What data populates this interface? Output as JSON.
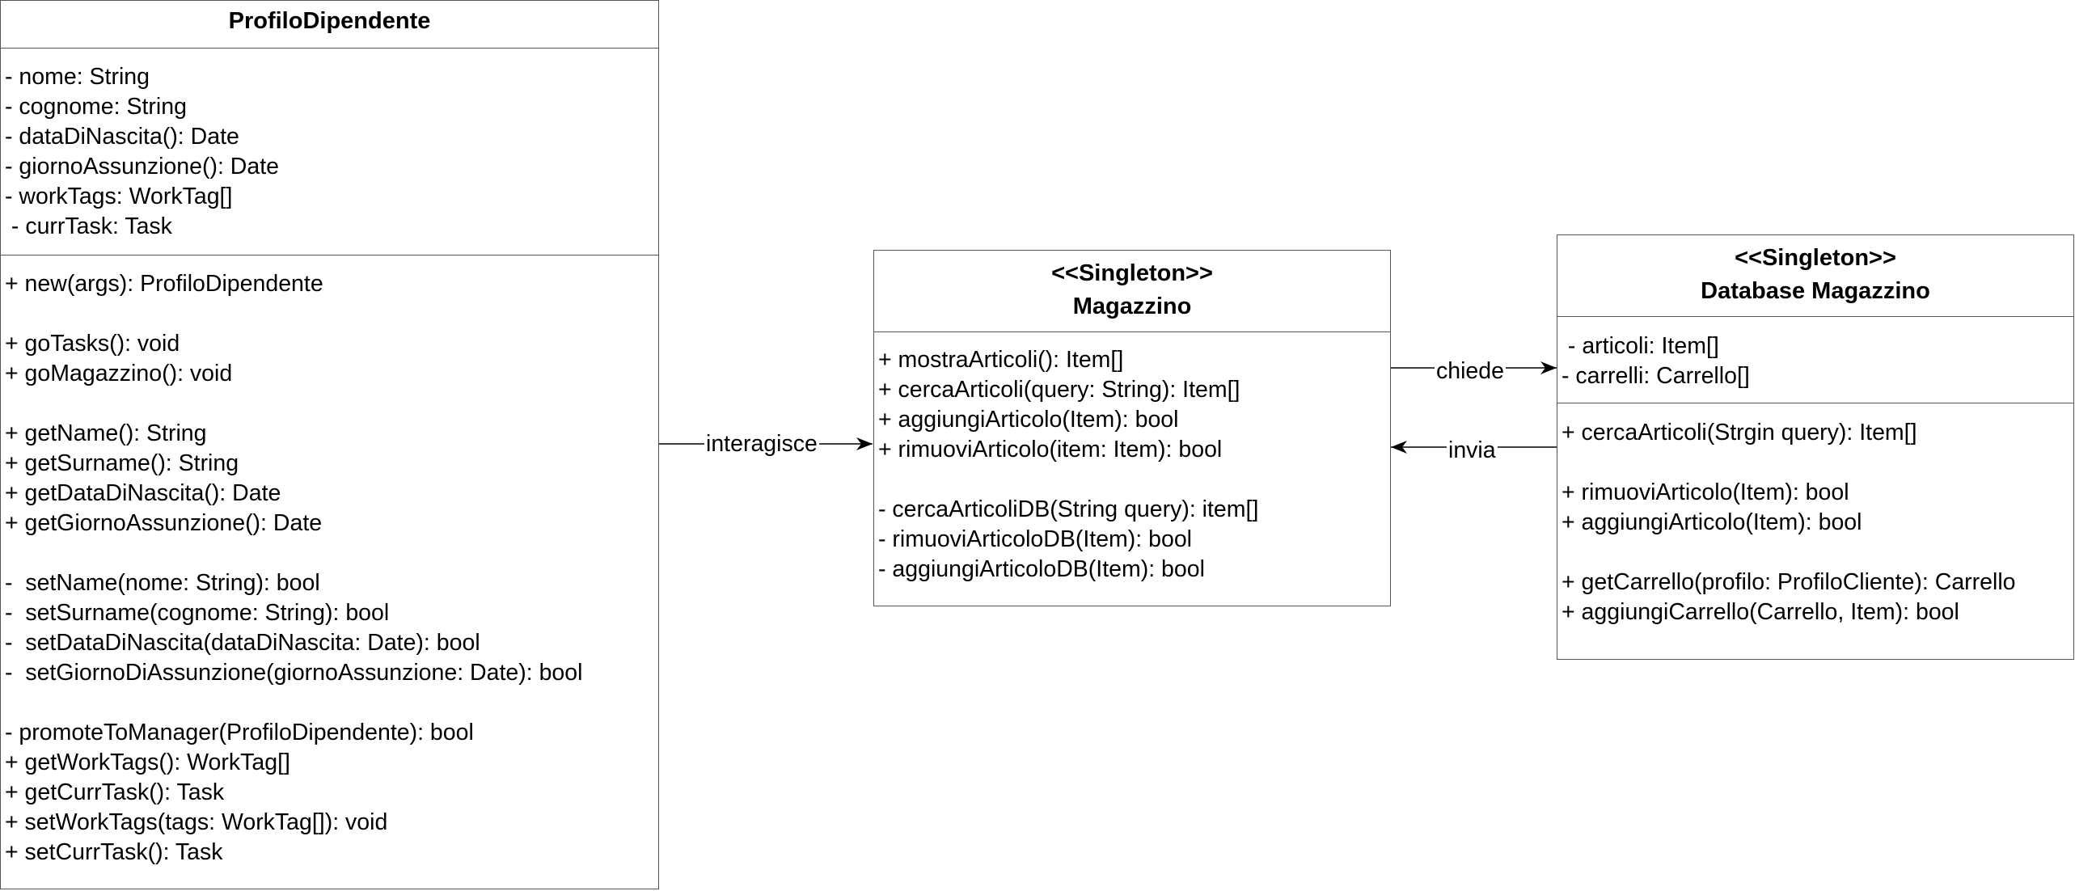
{
  "classes": {
    "profilo_dipendente": {
      "name": "ProfiloDipendente",
      "attributes": [
        "- nome: String",
        "- cognome: String",
        "- dataDiNascita(): Date",
        "- giornoAssunzione(): Date",
        "- workTags: WorkTag[]",
        " - currTask: Task"
      ],
      "methods": [
        "+ new(args): ProfiloDipendente",
        "",
        "+ goTasks(): void",
        "+ goMagazzino(): void",
        "",
        "+ getName(): String",
        "+ getSurname(): String",
        "+ getDataDiNascita(): Date",
        "+ getGiornoAssunzione(): Date",
        "",
        "-  setName(nome: String): bool",
        "-  setSurname(cognome: String): bool",
        "-  setDataDiNascita(dataDiNascita: Date): bool",
        "-  setGiornoDiAssunzione(giornoAssunzione: Date): bool",
        "",
        "- promoteToManager(ProfiloDipendente): bool",
        "+ getWorkTags(): WorkTag[]",
        "+ getCurrTask(): Task",
        "+ setWorkTags(tags: WorkTag[]): void",
        "+ setCurrTask(): Task"
      ]
    },
    "magazzino": {
      "stereotype": "<<Singleton>>",
      "name": "Magazzino",
      "methods": [
        "+ mostraArticoli(): Item[]",
        "+ cercaArticoli(query: String): Item[]",
        "+ aggiungiArticolo(Item): bool",
        "+ rimuoviArticolo(item: Item): bool",
        "",
        "- cercaArticoliDB(String query): item[]",
        "- rimuoviArticoloDB(Item): bool",
        "- aggiungiArticoloDB(Item): bool"
      ]
    },
    "database_magazzino": {
      "stereotype": "<<Singleton>>",
      "name": "Database  Magazzino",
      "attributes": [
        " - articoli: Item[]",
        "- carrelli: Carrello[]"
      ],
      "methods": [
        "+ cercaArticoli(Strgin query): Item[]",
        "",
        "+ rimuoviArticolo(Item): bool",
        "+ aggiungiArticolo(Item): bool",
        "",
        "+ getCarrello(profilo: ProfiloCliente): Carrello",
        "+ aggiungiCarrello(Carrello, Item): bool"
      ]
    }
  },
  "relations": {
    "interagisce": "interagisce",
    "chiede": "chiede",
    "invia": "invia"
  }
}
